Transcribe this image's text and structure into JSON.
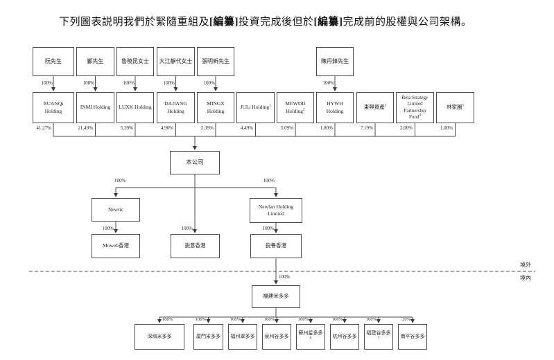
{
  "title": {
    "part1": "下列圖表説明我們於緊隨重組及",
    "bold1": "[編纂]",
    "part2": "投資完成後但於",
    "bold2": "[編纂]",
    "part3": "完成前的股權與公司架構。"
  },
  "shareholders": [
    {
      "name": "阮先生",
      "pct": "100%"
    },
    {
      "name": "鄞先生",
      "pct": "100%"
    },
    {
      "name": "魯曉昆女士",
      "pct": "100%"
    },
    {
      "name": "大江靜代女士",
      "pct": "100%"
    },
    {
      "name": "張明新先生",
      "pct": "100%"
    },
    {
      "name": "陳丹鋒先生",
      "pct": "100%"
    }
  ],
  "holdings": [
    {
      "name": "RUANQi Holding",
      "pct": "41.27%"
    },
    {
      "name": "INMI Holding",
      "pct": "21.49%"
    },
    {
      "name": "LUXK Holding",
      "pct": "5.39%"
    },
    {
      "name": "DAJIANG Holding",
      "pct": "4.90%"
    },
    {
      "name": "MINGX Holding",
      "pct": "5.39%"
    },
    {
      "name": "JULi Holding",
      "sup": "1",
      "pct": "4.49%"
    },
    {
      "name": "MEWDD Holding",
      "sup": "2",
      "pct": "5.09%"
    },
    {
      "name": "HYWH Holding",
      "pct": "1.80%"
    },
    {
      "name": "東興資產",
      "sup": "3",
      "pct": "7.19%"
    },
    {
      "name": "Beta Strategy Limited Partnership Fund",
      "sup": "4",
      "pct": "2.00%"
    },
    {
      "name": "林家園",
      "sup": "5",
      "pct": "1.00%"
    }
  ],
  "company": {
    "name": "本公司"
  },
  "structure": {
    "newric": {
      "name": "Newric",
      "pct": "100%"
    },
    "newfan": {
      "name": "Newfan Holding Limited",
      "pct": "100%"
    },
    "moweb": {
      "name": "Moweb香港",
      "pct": "100%"
    },
    "ruiyi": {
      "name": "鋭意香港",
      "pct": "100%"
    },
    "ruiyu": {
      "name": "鋭譽香港",
      "pct": "100%"
    },
    "fujian": {
      "name": "福建米多多",
      "pct": "100%"
    }
  },
  "regions": {
    "offshore": "境外",
    "onshore": "境內"
  },
  "subsidiaries": [
    {
      "name": "深圳米多多",
      "pct": "100%"
    },
    {
      "name": "廈門米多多",
      "pct": "100%"
    },
    {
      "name": "福州翠多多",
      "pct": "100%"
    },
    {
      "name": "泉州谷多多",
      "pct": "100%"
    },
    {
      "name": "蘇州星多多",
      "sup": "6",
      "pct": "100%"
    },
    {
      "name": "杭州谷多多",
      "pct": "100%"
    },
    {
      "name": "福建谷多多",
      "sup": "7",
      "pct": "100%"
    },
    {
      "name": "南平谷多多",
      "pct": "20%"
    }
  ],
  "colors": {
    "line": "#4a4a4a",
    "text": "#1f1f1f",
    "background": "#ffffff"
  }
}
